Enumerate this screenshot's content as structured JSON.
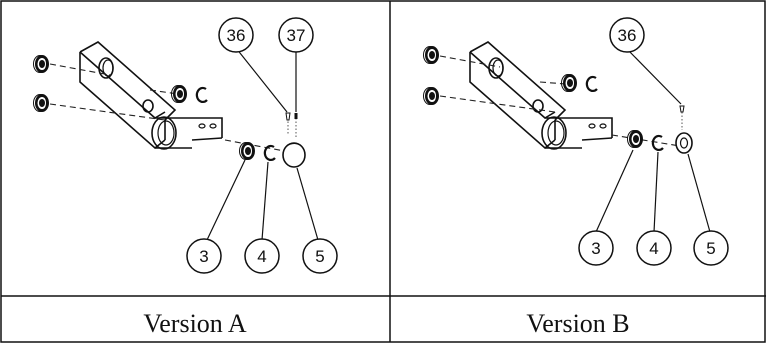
{
  "panels": [
    {
      "id": "version-a",
      "caption": "Version A",
      "callouts": [
        "36",
        "37",
        "3",
        "4",
        "5"
      ]
    },
    {
      "id": "version-b",
      "caption": "Version B",
      "callouts": [
        "36",
        "3",
        "4",
        "5"
      ]
    }
  ]
}
